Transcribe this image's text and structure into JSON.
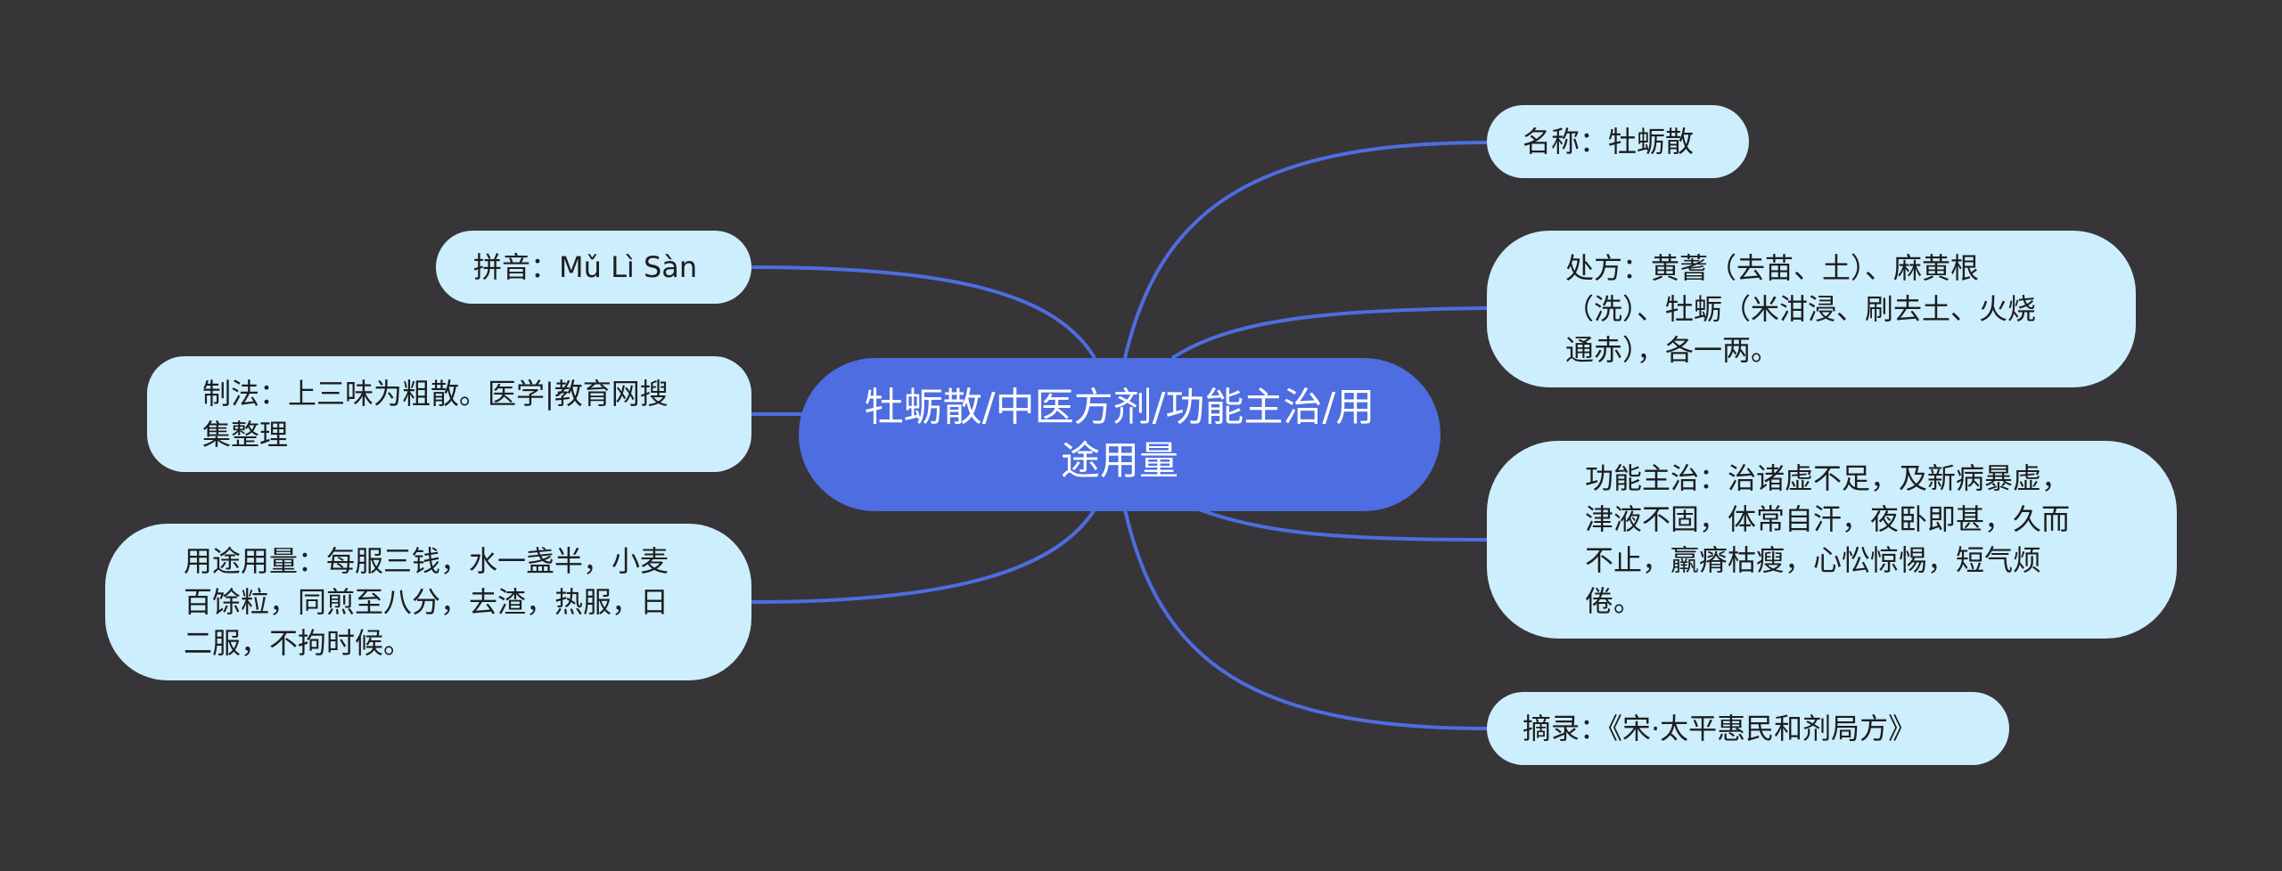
{
  "center": {
    "title": "牡蛎散/中医方剂/功能主治/用途用量"
  },
  "branches": {
    "pinyin": "拼音：Mǔ Lì Sàn",
    "zhifa": "制法：上三味为粗散。医学|教育网搜集整理",
    "yongtu": "用途用量：每服三钱，水一盏半，小麦百馀粒，同煎至八分，去渣，热服，日二服，不拘时候。",
    "mingcheng": "名称：牡蛎散",
    "chufang": "处方：黄蓍（去苗、土）、麻黄根（洗）、牡蛎（米泔浸、刷去土、火烧通赤），各一两。",
    "gongneng": "功能主治：治诸虚不足，及新病暴虚，津液不固，体常自汗，夜卧即甚，久而不止，羸瘠枯瘦，心忪惊惕，短气烦倦。",
    "zhailu": "摘录：《宋·太平惠民和剂局方》"
  },
  "colors": {
    "background": "#373537",
    "center_fill": "#4d6de0",
    "leaf_fill": "#cdeefc",
    "connector": "#4d6de0"
  }
}
